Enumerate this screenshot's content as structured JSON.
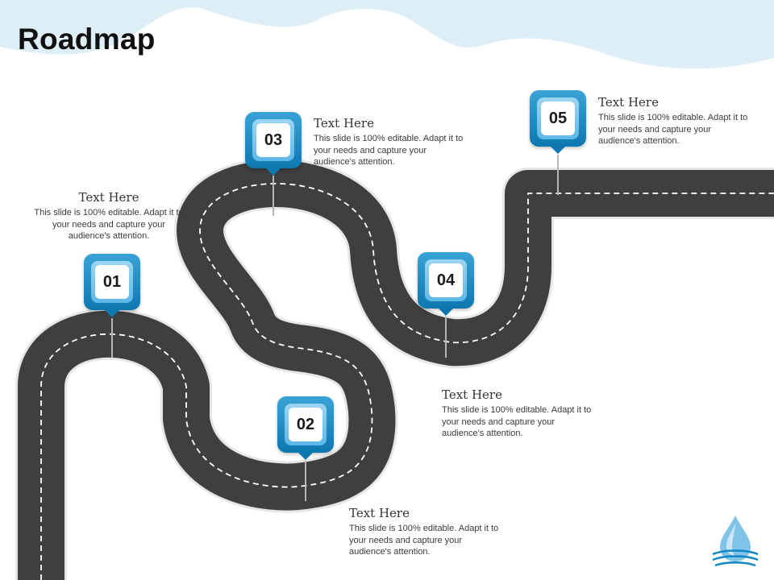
{
  "title": "Roadmap",
  "accent_color": "#1287c4",
  "road_color": "#3f3f3f",
  "milestones": [
    {
      "number": "01",
      "heading": "Text Here",
      "body": "This slide is 100% editable. Adapt it to your needs and capture your audience's attention."
    },
    {
      "number": "02",
      "heading": "Text Here",
      "body": "This slide is 100% editable. Adapt it to your needs and capture your audience's attention."
    },
    {
      "number": "03",
      "heading": "Text Here",
      "body": "This slide is 100% editable. Adapt it to your needs and capture your audience's attention."
    },
    {
      "number": "04",
      "heading": "Text Here",
      "body": "This slide is 100% editable. Adapt it to your needs and capture your audience's attention."
    },
    {
      "number": "05",
      "heading": "Text Here",
      "body": "This slide is 100% editable. Adapt it to your needs and capture your audience's attention."
    }
  ]
}
